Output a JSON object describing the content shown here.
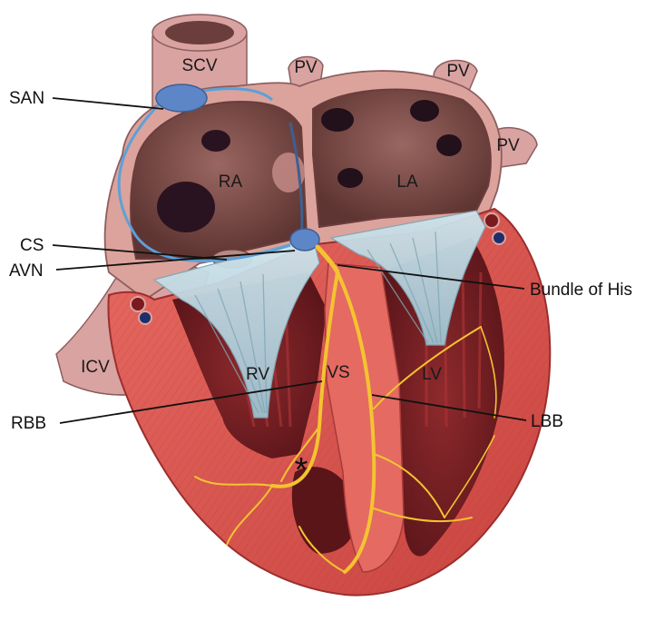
{
  "diagram": {
    "inner_labels": {
      "scv": "SCV",
      "pv1": "PV",
      "pv2": "PV",
      "pv3": "PV",
      "ra": "RA",
      "la": "LA",
      "icv": "ICV",
      "rv": "RV",
      "vs": "VS",
      "lv": "LV",
      "asterisk": "*"
    },
    "callouts": {
      "san": "SAN",
      "cs": "CS",
      "avn": "AVN",
      "bundle_of_his": "Bundle of His",
      "rbb": "RBB",
      "lbb": "LBB"
    },
    "colors": {
      "outer_wall": "#dba39c",
      "myocardium": "#d8544e",
      "chamber_dark": "#6b1d22",
      "atrium_interior": "#7a4a46",
      "valve_blue": "#b9d6e0",
      "node_blue": "#5d86c9",
      "vessel_pink": "#d9a3a2",
      "conduction_yellow": "#f4c331"
    }
  }
}
